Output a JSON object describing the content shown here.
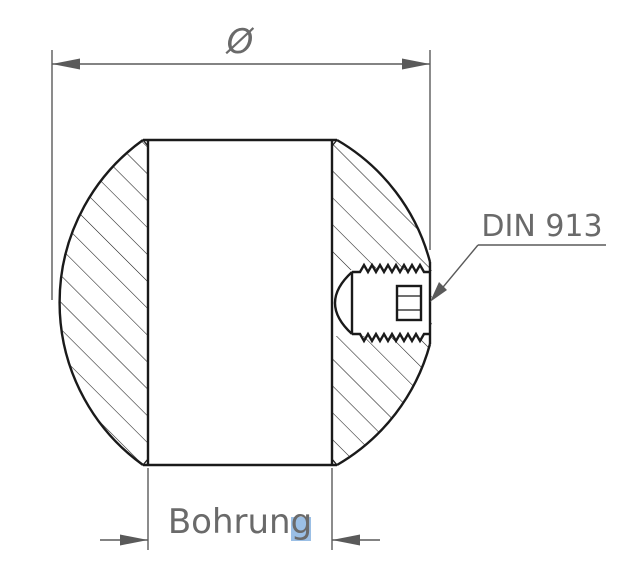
{
  "labels": {
    "diameter_symbol": "Ø",
    "fastener": "DIN 913",
    "bore": "Bohrung"
  },
  "colors": {
    "line": "#1a1a1a",
    "dimension": "#5a5a5a",
    "text": "#6a6a6a",
    "cursor_marker": "#8ab4e0"
  }
}
